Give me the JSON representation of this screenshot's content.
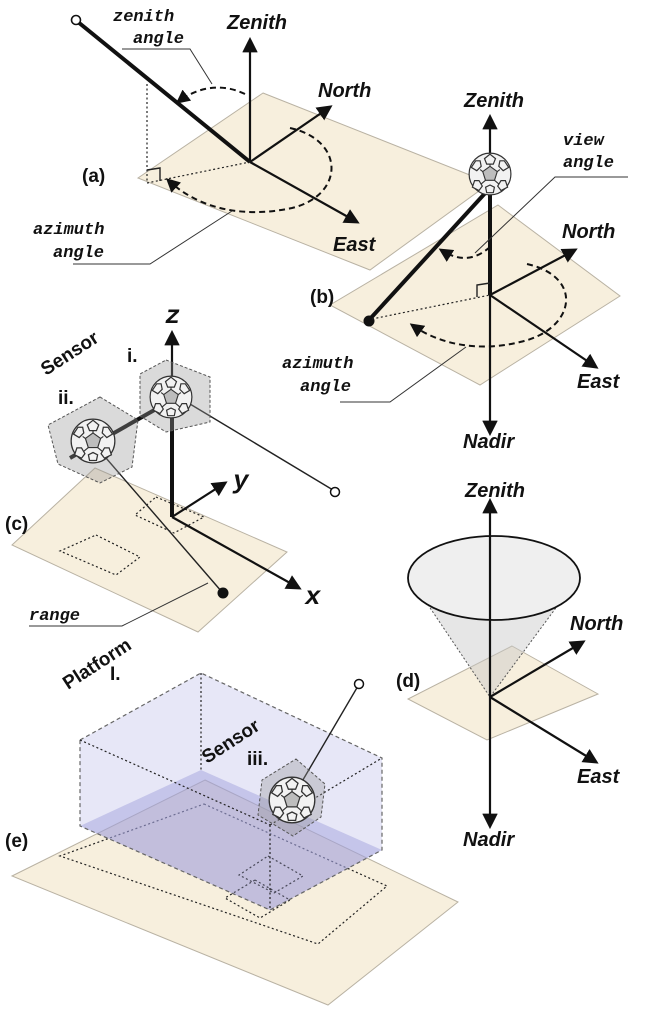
{
  "panels": {
    "a": {
      "tag": "(a)",
      "zenith": "Zenith",
      "north": "North",
      "east": "East",
      "zenith_angle": [
        "zenith",
        "angle"
      ],
      "azimuth_angle": [
        "azimuth",
        "angle"
      ]
    },
    "b": {
      "tag": "(b)",
      "zenith": "Zenith",
      "north": "North",
      "east": "East",
      "nadir": "Nadir",
      "view_angle": [
        "view",
        "angle"
      ],
      "azimuth_angle": [
        "azimuth",
        "angle"
      ]
    },
    "c": {
      "tag": "(c)",
      "z": "z",
      "y": "y",
      "x": "x",
      "sensor": "Sensor",
      "sensor_i": "i.",
      "sensor_ii": "ii.",
      "range": "range"
    },
    "d": {
      "tag": "(d)",
      "zenith": "Zenith",
      "north": "North",
      "east": "East",
      "nadir": "Nadir"
    },
    "e": {
      "tag": "(e)",
      "platform": "Platform",
      "platform_i": "I.",
      "sensor": "Sensor",
      "sensor_iii": "iii."
    }
  },
  "colors": {
    "ground": "#f7efdd",
    "platform": "#a9a9e1",
    "sensor_cube": "#969696"
  },
  "icons": [
    "sensor-ball-icon",
    "arrow-icon"
  ]
}
